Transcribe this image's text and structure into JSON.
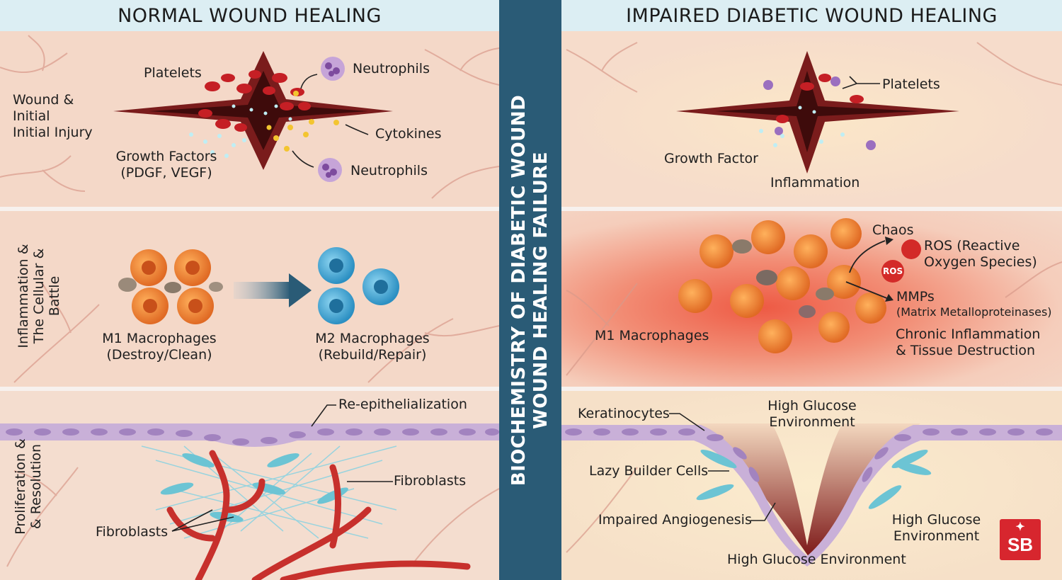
{
  "headers": {
    "left": "NORMAL WOUND HEALING",
    "right": "IMPAIRED DIABETIC WOUND HEALING",
    "center": [
      "BIOCHEMISTRY OF DIABETIC WOUND",
      "WOUND HEALING FAILURE"
    ]
  },
  "normal": {
    "row1": {
      "side_label": [
        "Wound &",
        "Initial",
        "Initial Injury"
      ],
      "platelets": "Platelets",
      "neutrophils_top": "Neutrophils",
      "cytokines": "Cytokines",
      "growth_factors": [
        "Growth Factors",
        "(PDGF, VEGF)"
      ],
      "neutrophils_bottom": "Neutrophils"
    },
    "row2": {
      "side_label": [
        "Inflammation &",
        "The Cellular &",
        "Battle"
      ],
      "m1": [
        "M1 Macrophages",
        "(Destroy/Clean)"
      ],
      "m2": [
        "M2 Macrophages",
        "(Rebuild/Repair)"
      ]
    },
    "row3": {
      "side_label": [
        "Proliferation &",
        "& Resolution"
      ],
      "reepithelialization": "Re-epithelialization",
      "fibroblasts_right": "Fibroblasts",
      "fibroblasts_left": "Fibroblasts"
    }
  },
  "diabetic": {
    "row1": {
      "platelets": "Platelets",
      "growth_factor": "Growth Factor",
      "inflammation": "Inflammation"
    },
    "row2": {
      "chaos": "Chaos",
      "ros": [
        "ROS (Reactive",
        "Oxygen Species)"
      ],
      "ros_badge": "ROS",
      "mmps": "MMPs",
      "mmps_full": "(Matrix Metalloproteinases)",
      "chronic": [
        "Chronic Inflammation",
        "& Tissue Destruction"
      ],
      "m1": "M1 Macrophages"
    },
    "row3": {
      "keratinocytes": "Keratinocytes",
      "high_glucose_top": [
        "High Glucose",
        "Environment"
      ],
      "lazy": "Lazy Builder Cells",
      "angiogenesis": "Impaired Angiogenesis",
      "high_glucose_right": [
        "High Glucose",
        "Environment"
      ],
      "high_glucose_bottom": "High Glucose Environment"
    }
  },
  "logo": {
    "text": "SB",
    "icon": "sparkle-icon"
  },
  "colors": {
    "center_bar": "#2a5b76",
    "header_bg": "#dceef3",
    "logo_bg": "#d7262e",
    "inflamed": "#e8473a",
    "m1": "#f08a3c",
    "m2": "#3aa6d4"
  }
}
